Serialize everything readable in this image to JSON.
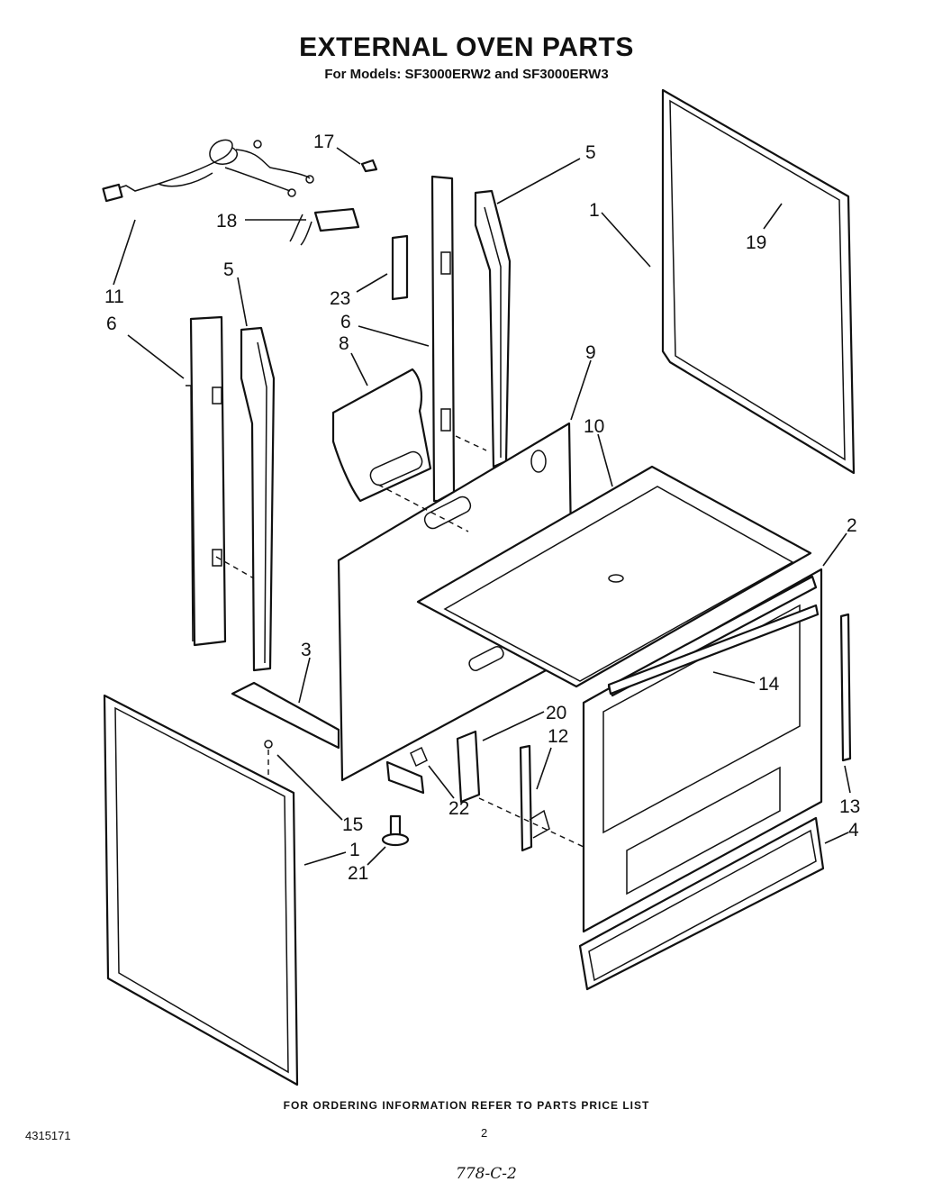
{
  "title": "EXTERNAL OVEN PARTS",
  "subtitle": "For Models: SF3000ERW2 and SF3000ERW3",
  "callouts": [
    {
      "label": "17"
    },
    {
      "label": "5"
    },
    {
      "label": "1"
    },
    {
      "label": "19"
    },
    {
      "label": "18"
    },
    {
      "label": "11"
    },
    {
      "label": "5"
    },
    {
      "label": "6"
    },
    {
      "label": "23"
    },
    {
      "label": "6"
    },
    {
      "label": "8"
    },
    {
      "label": "9"
    },
    {
      "label": "10"
    },
    {
      "label": "2"
    },
    {
      "label": "3"
    },
    {
      "label": "14"
    },
    {
      "label": "20"
    },
    {
      "label": "12"
    },
    {
      "label": "15"
    },
    {
      "label": "22"
    },
    {
      "label": "13"
    },
    {
      "label": "1"
    },
    {
      "label": "21"
    },
    {
      "label": "4"
    }
  ],
  "footer": {
    "note": "FOR ORDERING INFORMATION REFER TO PARTS PRICE LIST",
    "doc_number": "4315171",
    "page_number": "2",
    "handwritten": "778-C-2"
  }
}
